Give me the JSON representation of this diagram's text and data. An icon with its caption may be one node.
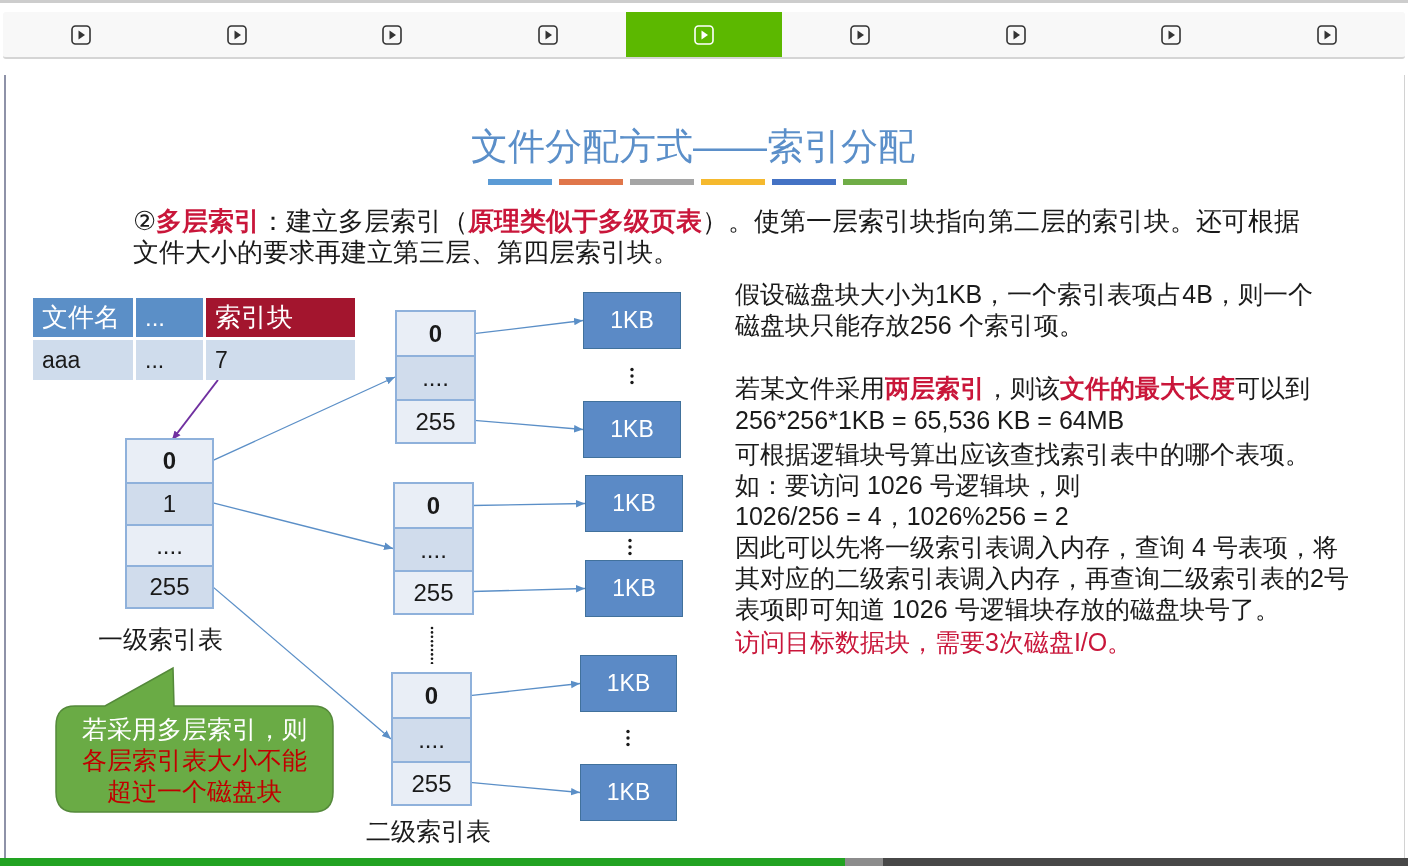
{
  "diagram": {
    "title": "文件分配方式——索引分配",
    "nodes": [
      {
        "text": [
          "文件名"
        ]
      },
      {
        "text": [
          "..."
        ]
      },
      {
        "text": [
          "索引块"
        ]
      },
      {
        "text": [
          "aaa"
        ]
      },
      {
        "text": [
          "..."
        ]
      },
      {
        "text": [
          "7"
        ]
      },
      {
        "text": [],
        "shape": "box",
        "beside": [
          "一级索引表"
        ]
      },
      {
        "text": [
          "0"
        ],
        "in": 6
      },
      {
        "text": [
          "1"
        ],
        "in": 6
      },
      {
        "text": [
          "...."
        ],
        "in": 6
      },
      {
        "text": [
          "255"
        ],
        "in": 6
      },
      {
        "text": [],
        "shape": "box"
      },
      {
        "text": [
          "0"
        ],
        "in": 11
      },
      {
        "text": [
          "...."
        ],
        "in": 11
      },
      {
        "text": [
          "255"
        ],
        "in": 11
      },
      {
        "text": [],
        "shape": "box"
      },
      {
        "text": [
          "0"
        ],
        "in": 15
      },
      {
        "text": [
          "...."
        ],
        "in": 15
      },
      {
        "text": [
          "255"
        ],
        "in": 15
      },
      {
        "text": [],
        "shape": "box",
        "beside": [
          "二级索引表"
        ]
      },
      {
        "text": [
          "0"
        ],
        "in": 19
      },
      {
        "text": [
          "...."
        ],
        "in": 19
      },
      {
        "text": [
          "255"
        ],
        "in": 19
      },
      {
        "text": [
          "1KB"
        ]
      },
      {
        "text": [
          "1KB"
        ]
      },
      {
        "text": [
          "1KB"
        ]
      },
      {
        "text": [
          "1KB"
        ]
      },
      {
        "text": [
          "1KB"
        ]
      },
      {
        "text": [
          "1KB"
        ]
      },
      {
        "text": [
          "若采用多层索引，则",
          "各层索引表大小不能超过一个磁盘块"
        ]
      }
    ],
    "edges": [
      {
        "from": 5,
        "to": 7,
        "arrow": "to",
        "color": "#7030a0"
      },
      {
        "from": 7,
        "to": 11,
        "arrow": "to"
      },
      {
        "from": 8,
        "to": 15,
        "arrow": "to"
      },
      {
        "from": 10,
        "to": 19,
        "arrow": "to"
      },
      {
        "from": 12,
        "to": 23,
        "arrow": "to"
      },
      {
        "from": 14,
        "to": 24,
        "arrow": "to"
      },
      {
        "from": 16,
        "to": 25,
        "arrow": "to"
      },
      {
        "from": 18,
        "to": 26,
        "arrow": "to"
      },
      {
        "from": 20,
        "to": 27,
        "arrow": "to"
      },
      {
        "from": 22,
        "to": 28,
        "arrow": "to"
      }
    ],
    "labels": [
      "②**多层索引**：建立多层索引（**原理类似于多级页表**）。使第一层索引块指向第二层的索引块。还可根据文件大小的要求再建立第三层、第四层索引块。",
      "假设磁盘块大小为1KB，一个索引表项占4B，则一个磁盘块只能存放256 个索引项。",
      "若某文件采用**两层索引**，则该**文件的最大长度**可以到",
      "256*256*1KB = 65,536 KB = 64MB",
      "可根据逻辑块号算出应该查找索引表中的哪个表项。",
      "如：要访问 1026 号逻辑块，则",
      "1026/256 = 4，1026%256 = 2",
      "因此可以先将一级索引表调入内存，查询 4 号表项，将其对应的二级索引表调入内存，再查询二级索引表的2号表项即可知道 1026 号逻辑块存放的磁盘块号了。",
      "访问目标数据块，需要3次磁盘I/O。"
    ]
  }
}
